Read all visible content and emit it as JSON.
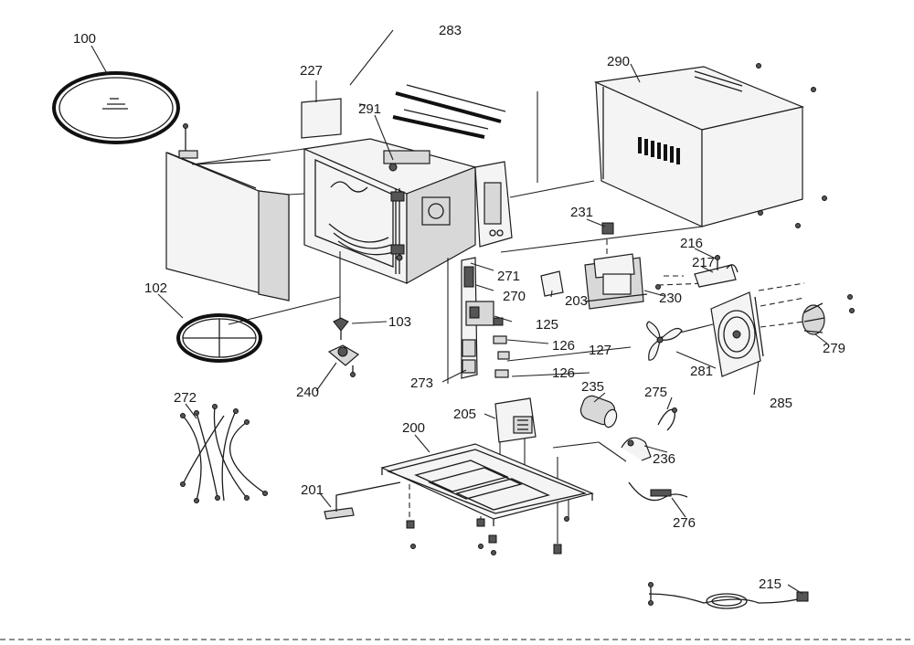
{
  "diagram": {
    "type": "exploded-parts-diagram",
    "labels": [
      {
        "id": "p100",
        "text": "100"
      },
      {
        "id": "p102",
        "text": "102"
      },
      {
        "id": "p103",
        "text": "103"
      },
      {
        "id": "p125",
        "text": "125"
      },
      {
        "id": "p126a",
        "text": "126"
      },
      {
        "id": "p126b",
        "text": "126"
      },
      {
        "id": "p127",
        "text": "127"
      },
      {
        "id": "p200",
        "text": "200"
      },
      {
        "id": "p201",
        "text": "201"
      },
      {
        "id": "p203",
        "text": "203"
      },
      {
        "id": "p205",
        "text": "205"
      },
      {
        "id": "p215",
        "text": "215"
      },
      {
        "id": "p216",
        "text": "216"
      },
      {
        "id": "p217",
        "text": "217"
      },
      {
        "id": "p227",
        "text": "227"
      },
      {
        "id": "p230",
        "text": "230"
      },
      {
        "id": "p231",
        "text": "231"
      },
      {
        "id": "p235",
        "text": "235"
      },
      {
        "id": "p236",
        "text": "236"
      },
      {
        "id": "p240",
        "text": "240"
      },
      {
        "id": "p270",
        "text": "270"
      },
      {
        "id": "p271",
        "text": "271"
      },
      {
        "id": "p272",
        "text": "272"
      },
      {
        "id": "p273",
        "text": "273"
      },
      {
        "id": "p275",
        "text": "275"
      },
      {
        "id": "p276",
        "text": "276"
      },
      {
        "id": "p279",
        "text": "279"
      },
      {
        "id": "p281",
        "text": "281"
      },
      {
        "id": "p283",
        "text": "283"
      },
      {
        "id": "p285",
        "text": "285"
      },
      {
        "id": "p290",
        "text": "290"
      },
      {
        "id": "p291",
        "text": "291"
      }
    ]
  },
  "colors": {
    "ink": "#1c1c1c",
    "background": "#ffffff"
  }
}
